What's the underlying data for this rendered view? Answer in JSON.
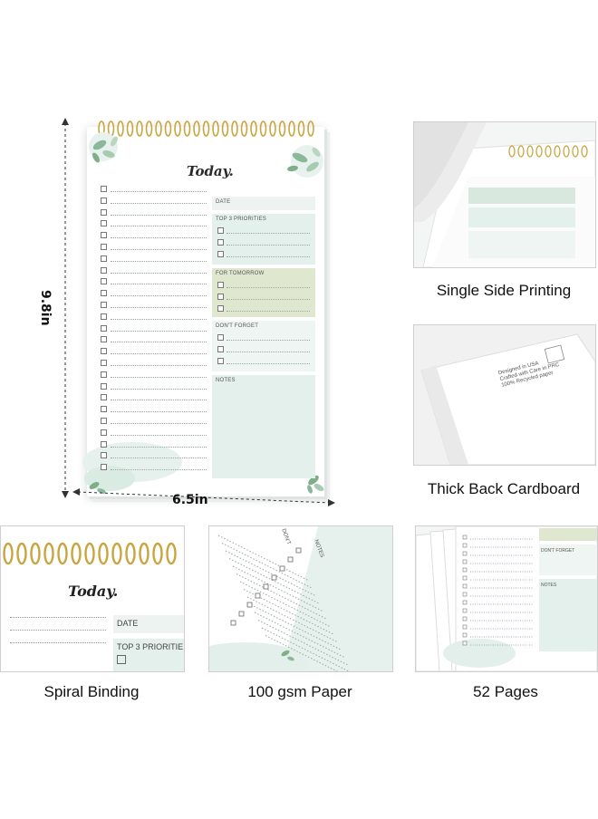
{
  "colors": {
    "mint": "#e4f0ec",
    "sage": "#dfe8cf",
    "light_mint": "#eef5f2",
    "gold": "#c9a53f",
    "leaf": "#7fae8a"
  },
  "notepad": {
    "title": "Today.",
    "date_label": "DATE",
    "priorities_label": "TOP 3 PRIORITIES",
    "tomorrow_label": "FOR TOMORROW",
    "dont_forget_label": "DON'T FORGET",
    "notes_label": "NOTES"
  },
  "dimensions": {
    "height": "9.8in",
    "width": "6.5in"
  },
  "features": [
    {
      "caption": "Single Side Printing"
    },
    {
      "caption": "Thick Back Cardboard"
    },
    {
      "caption": "Spiral Binding"
    },
    {
      "caption": "100 gsm Paper"
    },
    {
      "caption": "52 Pages"
    }
  ],
  "thumbs": {
    "cardboard_text": [
      "Designed in USA",
      "Crafted with Care in PRC",
      "100% Recycled paper"
    ],
    "spiral_date": "DATE",
    "spiral_priorities": "TOP 3 PRIORITIE",
    "paper_notes": "NOTES",
    "paper_dont": "DON'T",
    "pages_dont_forget": "DON'T FORGET",
    "pages_notes": "NOTES"
  }
}
